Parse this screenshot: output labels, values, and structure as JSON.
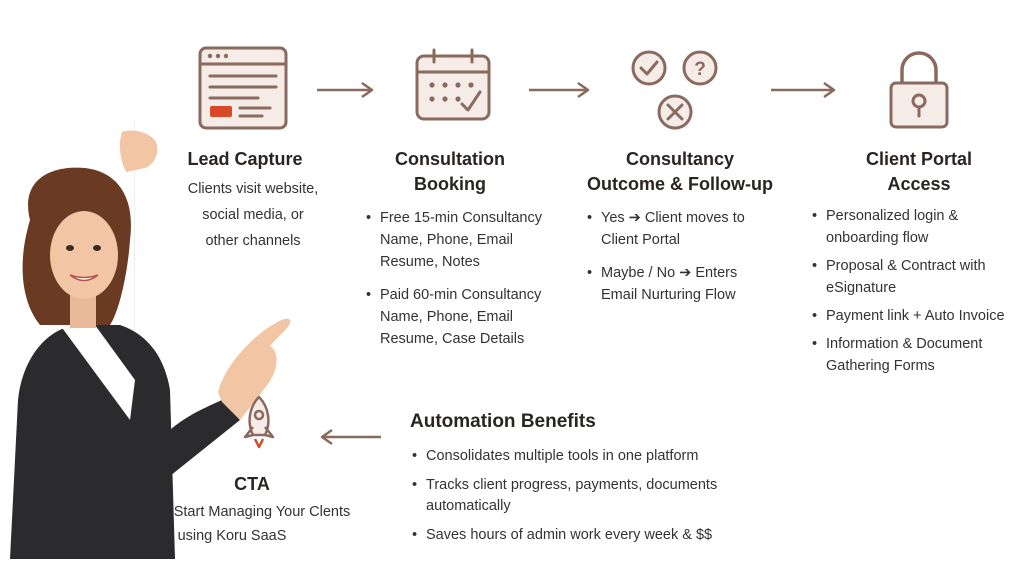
{
  "colors": {
    "accent": "#8a6a5e",
    "icon_fill": "#f4ebe6",
    "cta_red": "#d9482b",
    "text": "#2a2522"
  },
  "steps": [
    {
      "icon": "webpage-form-icon",
      "title": "Lead Capture",
      "description": [
        "Clients visit website,",
        "social media, or",
        "other channels"
      ]
    },
    {
      "icon": "calendar-icon",
      "title_lines": [
        "Consultation",
        "Booking"
      ],
      "bullets": [
        "Free 15-min Consultancy Name, Phone, Email Resume, Notes",
        "Paid 60-min Consultancy Name, Phone, Email Resume, Case Details"
      ]
    },
    {
      "icon": "check-question-x-icon",
      "title_lines": [
        "Consultancy",
        "Outcome & Follow-up"
      ],
      "bullets": [
        "Yes ➔ Client moves to Client Portal",
        "Maybe / No ➔ Enters Email Nurturing Flow"
      ]
    },
    {
      "icon": "padlock-icon",
      "title_lines": [
        "Client Portal",
        "Access"
      ],
      "bullets": [
        "Personalized login & onboarding flow",
        "Proposal & Contract with eSignature",
        "Payment link + Auto Invoice",
        "Information & Document Gathering Forms"
      ]
    }
  ],
  "benefits": {
    "title": "Automation Benefits",
    "bullets": [
      "Consolidates multiple tools in one platform",
      "Tracks client progress, payments, documents automatically",
      "Saves hours of admin work every week & $$"
    ]
  },
  "cta": {
    "icon": "rocket-icon",
    "title": "CTA",
    "text_line1": "Start Managing Your Clents",
    "text_line2": "using Koru SaaS"
  }
}
